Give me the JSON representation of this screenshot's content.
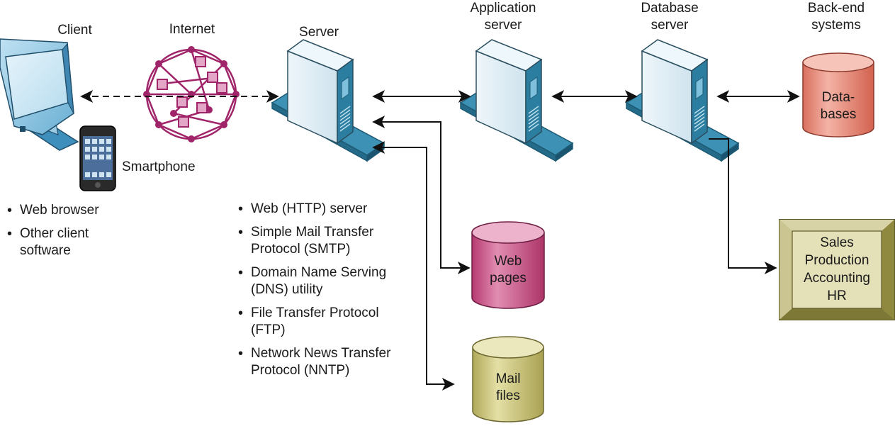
{
  "labels": {
    "client": "Client",
    "internet": "Internet",
    "server": "Server",
    "app_server_1": "Application",
    "app_server_2": "server",
    "db_server_1": "Database",
    "db_server_2": "server",
    "backend_1": "Back-end",
    "backend_2": "systems",
    "smartphone": "Smartphone"
  },
  "client_list": [
    "Web browser",
    "Other client",
    "software"
  ],
  "server_list": [
    [
      "Web (HTTP) server"
    ],
    [
      "Simple Mail Transfer",
      "Protocol (SMTP)"
    ],
    [
      "Domain Name Serving",
      "(DNS) utility"
    ],
    [
      "File Transfer Protocol",
      "(FTP)"
    ],
    [
      "Network News Transfer",
      "Protocol (NNTP)"
    ]
  ],
  "databases": {
    "line1": "Data-",
    "line2": "bases"
  },
  "web_pages": {
    "line1": "Web",
    "line2": "pages"
  },
  "mail_files": {
    "line1": "Mail",
    "line2": "files"
  },
  "backend_box": [
    "Sales",
    "Production",
    "Accounting",
    "HR"
  ],
  "colors": {
    "server_front": "#dcebf3",
    "server_side": "#2e7fa1",
    "server_base": "#3a8db0",
    "database": "#e98b7b",
    "web_pages": "#c94f85",
    "mail_files": "#c8c27a",
    "backend_box": "#c9c99a",
    "internet": "#a0246a",
    "monitor": "#5fa9d0"
  }
}
